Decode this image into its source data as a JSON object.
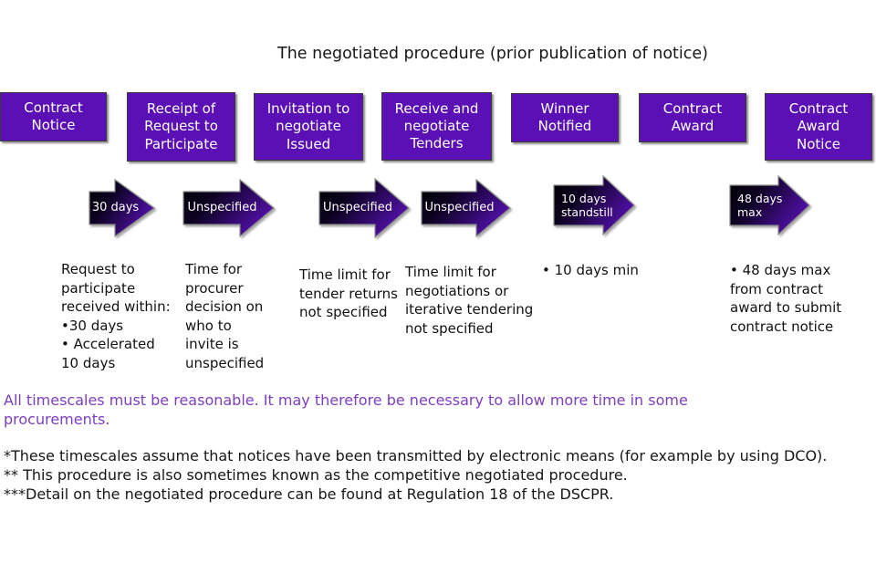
{
  "title": "The negotiated procedure (prior publication of notice)",
  "stages": [
    {
      "label": "Contract\nNotice"
    },
    {
      "label": "Receipt of\nRequest to\nParticipate"
    },
    {
      "label": "Invitation to\nnegotiate\nIssued"
    },
    {
      "label": "Receive and\nnegotiate\nTenders"
    },
    {
      "label": "Winner\nNotified"
    },
    {
      "label": "Contract\nAward"
    },
    {
      "label": "Contract\nAward\nNotice"
    }
  ],
  "arrows": [
    {
      "label": "30 days"
    },
    {
      "label": "Unspecified"
    },
    {
      "label": "Unspecified"
    },
    {
      "label": "Unspecified"
    },
    {
      "label": "10 days\nstandstill"
    },
    {
      "label": "48 days\nmax"
    }
  ],
  "notes": [
    {
      "text": "Request to\nparticipate\nreceived within:\n•30 days\n• Accelerated\n10 days"
    },
    {
      "text": "Time for\nprocurer\ndecision on\nwho to\ninvite is\nunspecified"
    },
    {
      "text": "Time limit for\ntender returns\nnot specified"
    },
    {
      "text": "Time limit for\nnegotiations or\niterative tendering\nnot specified"
    },
    {
      "text": "• 10 days min"
    },
    {
      "text": "• 48 days max\nfrom contract\naward to submit\ncontract notice"
    }
  ],
  "reasonableness_note": "All timescales must be reasonable. It may therefore be necessary to allow more time in some\nprocurements.",
  "footnotes": [
    "*These timescales assume that notices have been transmitted by electronic means (for example by using DCO).",
    "** This procedure is also sometimes known as the competitive negotiated procedure.",
    "***Detail on the negotiated procedure can be found at Regulation 18 of the DSCPR."
  ],
  "colors": {
    "stage_fill": "#5a10b5",
    "stage_text": "#ffffff",
    "arrow_gradient_start": "#000000",
    "arrow_gradient_end": "#5210a8",
    "note_purple": "#7d3ebd",
    "body_text": "#161616"
  }
}
